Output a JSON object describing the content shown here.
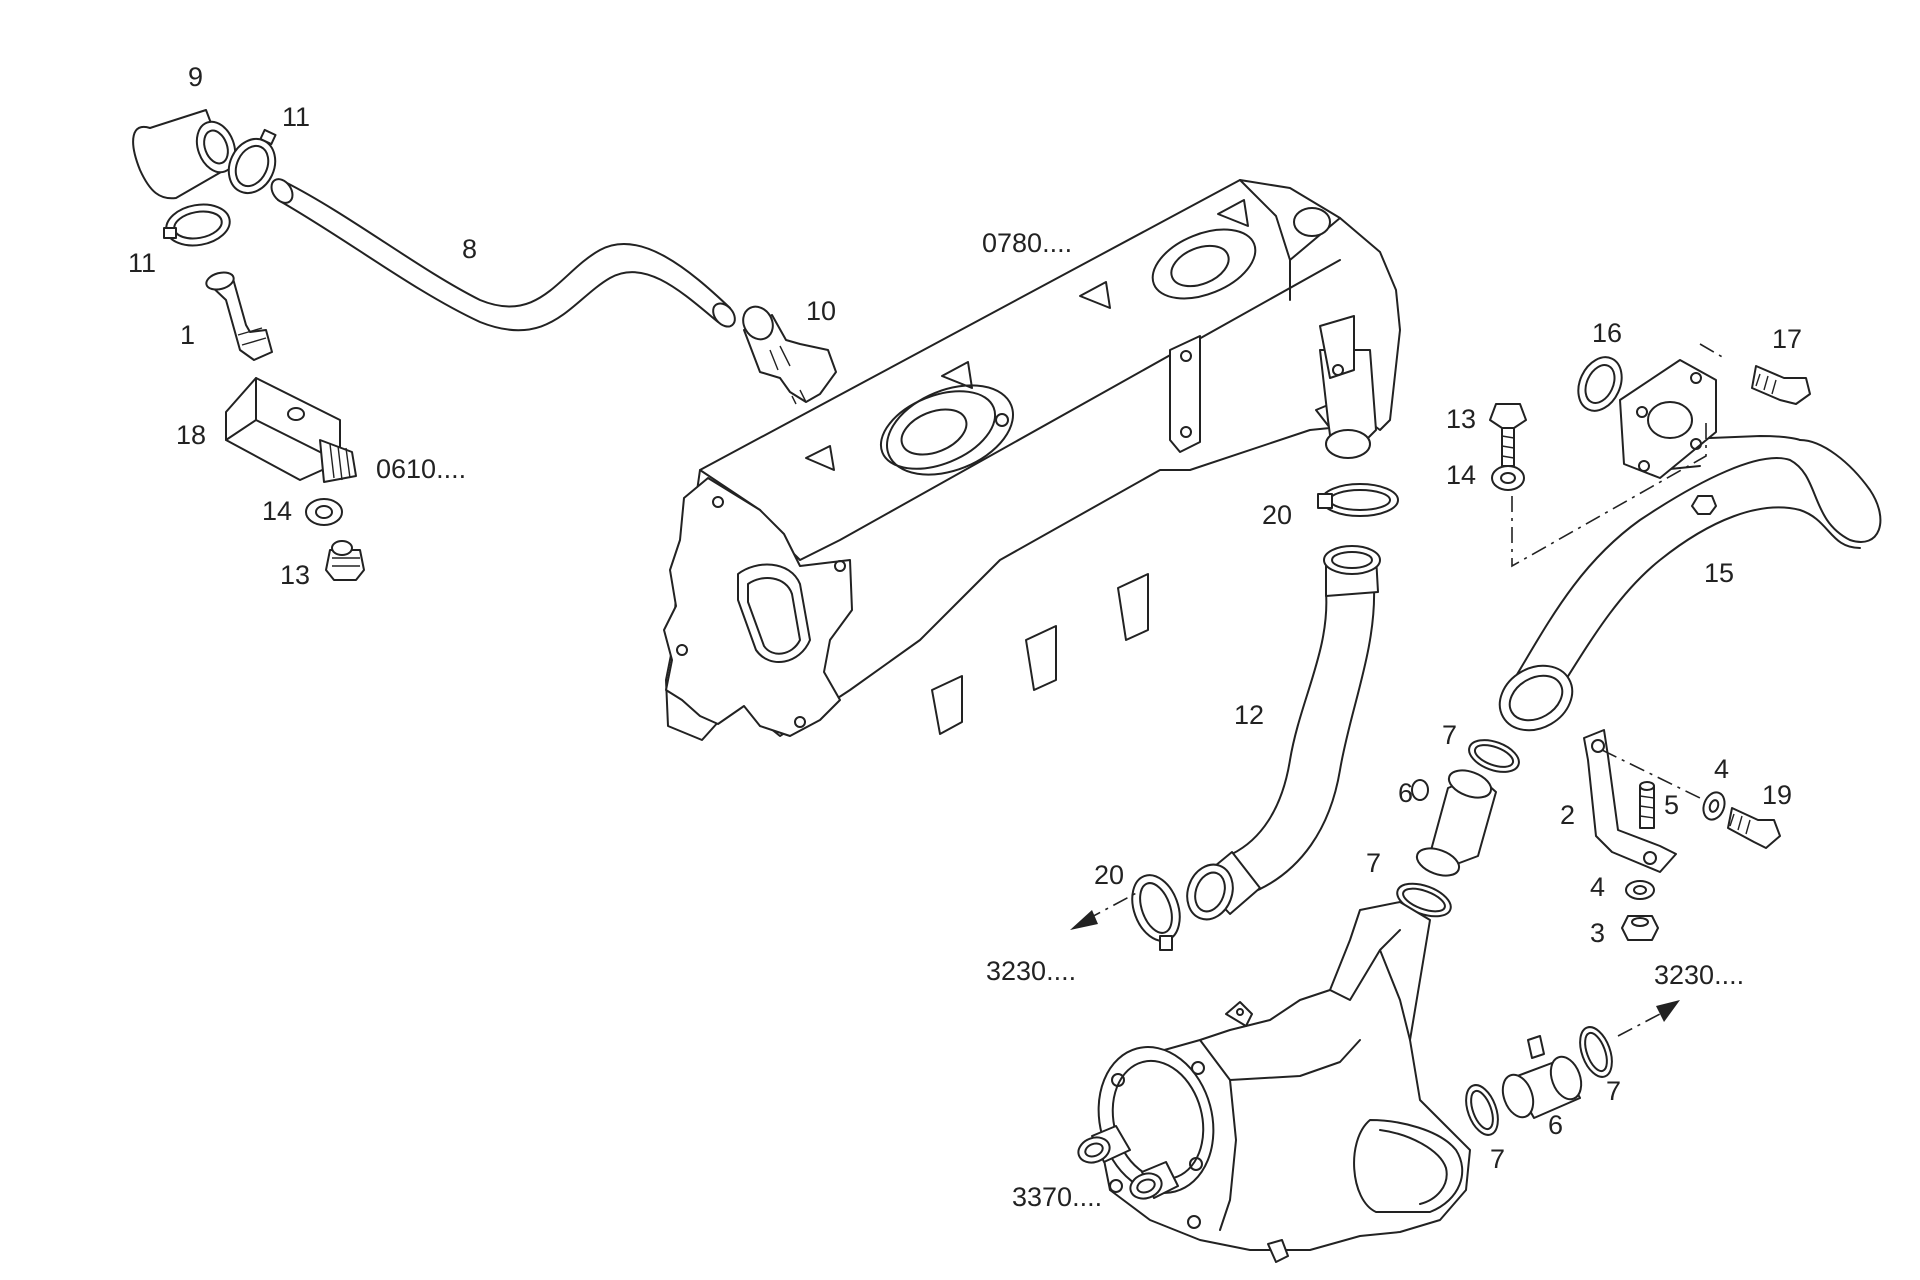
{
  "diagram": {
    "callouts": [
      {
        "id": "c-9",
        "text": "9"
      },
      {
        "id": "c-11a",
        "text": "11"
      },
      {
        "id": "c-11b",
        "text": "11"
      },
      {
        "id": "c-8",
        "text": "8"
      },
      {
        "id": "c-1",
        "text": "1"
      },
      {
        "id": "c-10",
        "text": "10"
      },
      {
        "id": "c-18",
        "text": "18"
      },
      {
        "id": "c-0610",
        "text": "0610...."
      },
      {
        "id": "c-14a",
        "text": "14"
      },
      {
        "id": "c-13a",
        "text": "13"
      },
      {
        "id": "c-0780",
        "text": "0780...."
      },
      {
        "id": "c-16",
        "text": "16"
      },
      {
        "id": "c-17",
        "text": "17"
      },
      {
        "id": "c-13b",
        "text": "13"
      },
      {
        "id": "c-14b",
        "text": "14"
      },
      {
        "id": "c-20a",
        "text": "20"
      },
      {
        "id": "c-15",
        "text": "15"
      },
      {
        "id": "c-12",
        "text": "12"
      },
      {
        "id": "c-7a",
        "text": "7"
      },
      {
        "id": "c-6a",
        "text": "6"
      },
      {
        "id": "c-4a",
        "text": "4"
      },
      {
        "id": "c-19",
        "text": "19"
      },
      {
        "id": "c-2",
        "text": "2"
      },
      {
        "id": "c-5",
        "text": "5"
      },
      {
        "id": "c-7b",
        "text": "7"
      },
      {
        "id": "c-20b",
        "text": "20"
      },
      {
        "id": "c-4b",
        "text": "4"
      },
      {
        "id": "c-3",
        "text": "3"
      },
      {
        "id": "c-3230a",
        "text": "3230...."
      },
      {
        "id": "c-3230b",
        "text": "3230...."
      },
      {
        "id": "c-7c",
        "text": "7"
      },
      {
        "id": "c-6b",
        "text": "6"
      },
      {
        "id": "c-7d",
        "text": "7"
      },
      {
        "id": "c-3370",
        "text": "3370...."
      }
    ]
  }
}
